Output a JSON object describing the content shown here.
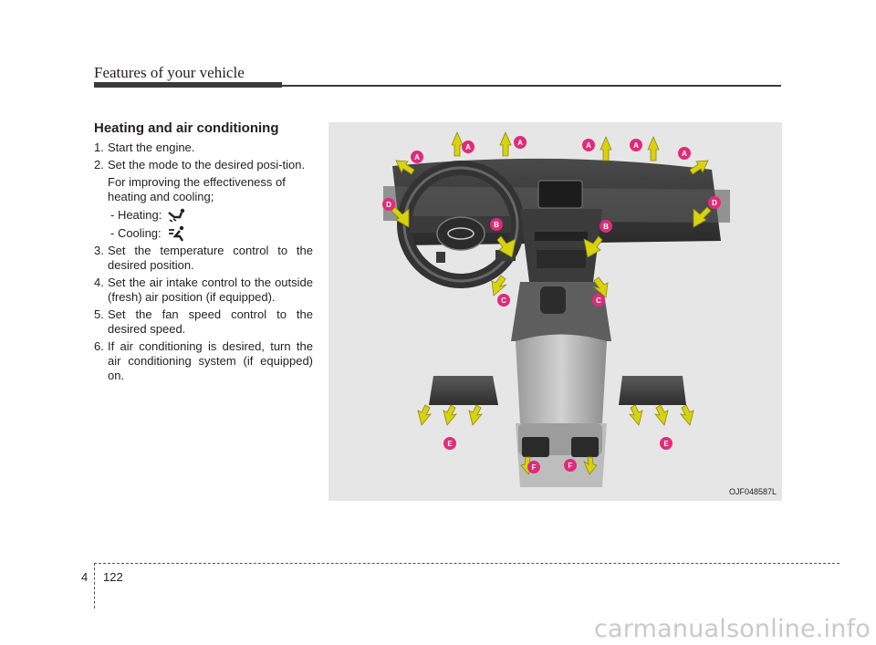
{
  "header": {
    "title": "Features of your vehicle"
  },
  "section": {
    "title": "Heating and air conditioning"
  },
  "steps": [
    {
      "num": "1.",
      "text": "Start the engine."
    },
    {
      "num": "2.",
      "text": "Set the mode to the desired posi-tion."
    },
    {
      "num": "3.",
      "text": "Set the temperature control to the desired position."
    },
    {
      "num": "4.",
      "text": "Set the air intake control to the outside (fresh) air position (if equipped)."
    },
    {
      "num": "5.",
      "text": "Set the fan speed control to the desired speed."
    },
    {
      "num": "6.",
      "text": "If air conditioning is desired, turn the air conditioning system (if equipped) on."
    }
  ],
  "note": "For improving the effectiveness of heating and cooling;",
  "heating_label": "- Heating:",
  "cooling_label": "- Cooling:",
  "heating_icon": "mode-floor-icon",
  "cooling_icon": "mode-face-icon",
  "figure": {
    "code": "OJF048587L",
    "vent_labels": [
      "A",
      "A",
      "A",
      "A",
      "A",
      "A",
      "B",
      "B",
      "C",
      "C",
      "D",
      "D",
      "E",
      "E",
      "F",
      "F"
    ],
    "arrow_color": "#d8d20f",
    "badge_color": "#e02c78"
  },
  "page": {
    "chapter": "4",
    "number": "122"
  },
  "watermark": "carmanualsonline.info"
}
